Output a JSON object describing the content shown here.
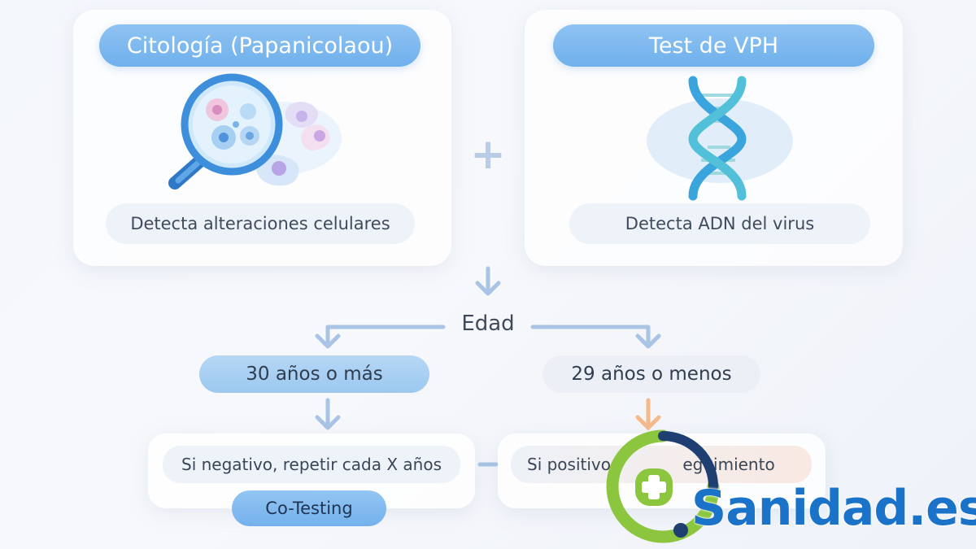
{
  "left": {
    "title": "Citología (Papanicolaou)",
    "description": "Detecta alteraciones celulares",
    "icon": "magnifying-glass-cells"
  },
  "right": {
    "title": "Test de VPH",
    "description": "Detecta ADN del virus",
    "icon": "dna-helix"
  },
  "combine_symbol": "+",
  "decision": {
    "label": "Edad"
  },
  "branches": {
    "left": {
      "label": "30 años o más",
      "result": "Si negativo, repetir cada X años",
      "method": "Co-Testing"
    },
    "right": {
      "label": "29 años o menos",
      "result_visible_start": "Si positivo,",
      "result_visible_end": "eguimiento"
    }
  },
  "watermark": {
    "text": "Sanidad.es",
    "colors": {
      "green": "#8cc63f",
      "blue": "#1a73c9",
      "navy": "#1f3f73"
    }
  },
  "colors": {
    "accent": "#7ab8ee",
    "arrow": "#a9c4e4",
    "orange": "#f5b98a"
  }
}
